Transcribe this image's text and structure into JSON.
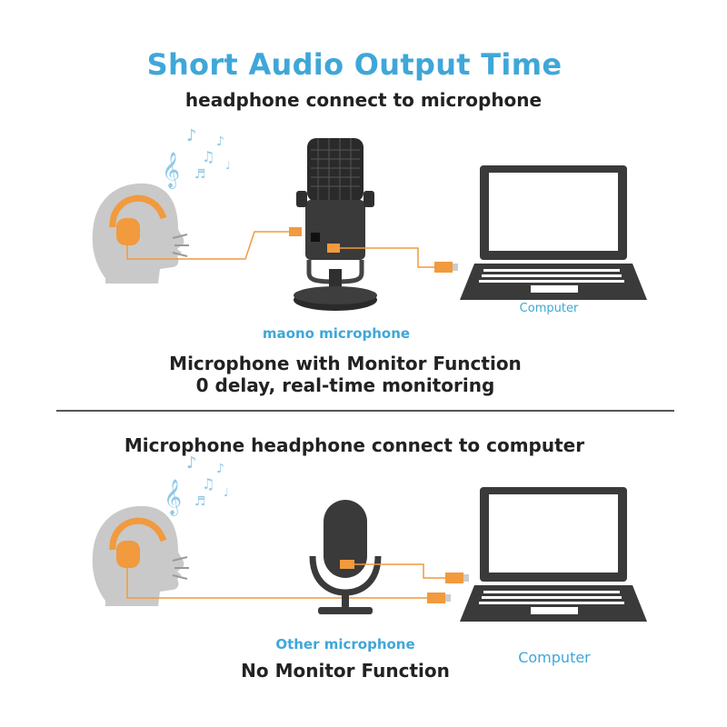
{
  "header": {
    "title": "Short Audio Output Time",
    "subtitle": "headphone connect to microphone"
  },
  "top_section": {
    "mic_label": "maono microphone",
    "computer_label": "Computer",
    "feature_line1": "Microphone with Monitor Function",
    "feature_line2": "0 delay, real-time monitoring"
  },
  "bottom_section": {
    "heading": "Microphone headphone connect to computer",
    "mic_label": "Other microphone",
    "computer_label": "Computer",
    "feature_line": "No Monitor Function"
  },
  "colors": {
    "accent_blue": "#3fa7d8",
    "cable_orange": "#f19a3e",
    "head_gray": "#c9c9c9",
    "device_dark": "#3a3a3a"
  },
  "icons": [
    "music-notes-icon",
    "head-with-headphones-icon",
    "usb-microphone-icon",
    "laptop-icon",
    "usb-plug-icon",
    "microphone-icon"
  ]
}
